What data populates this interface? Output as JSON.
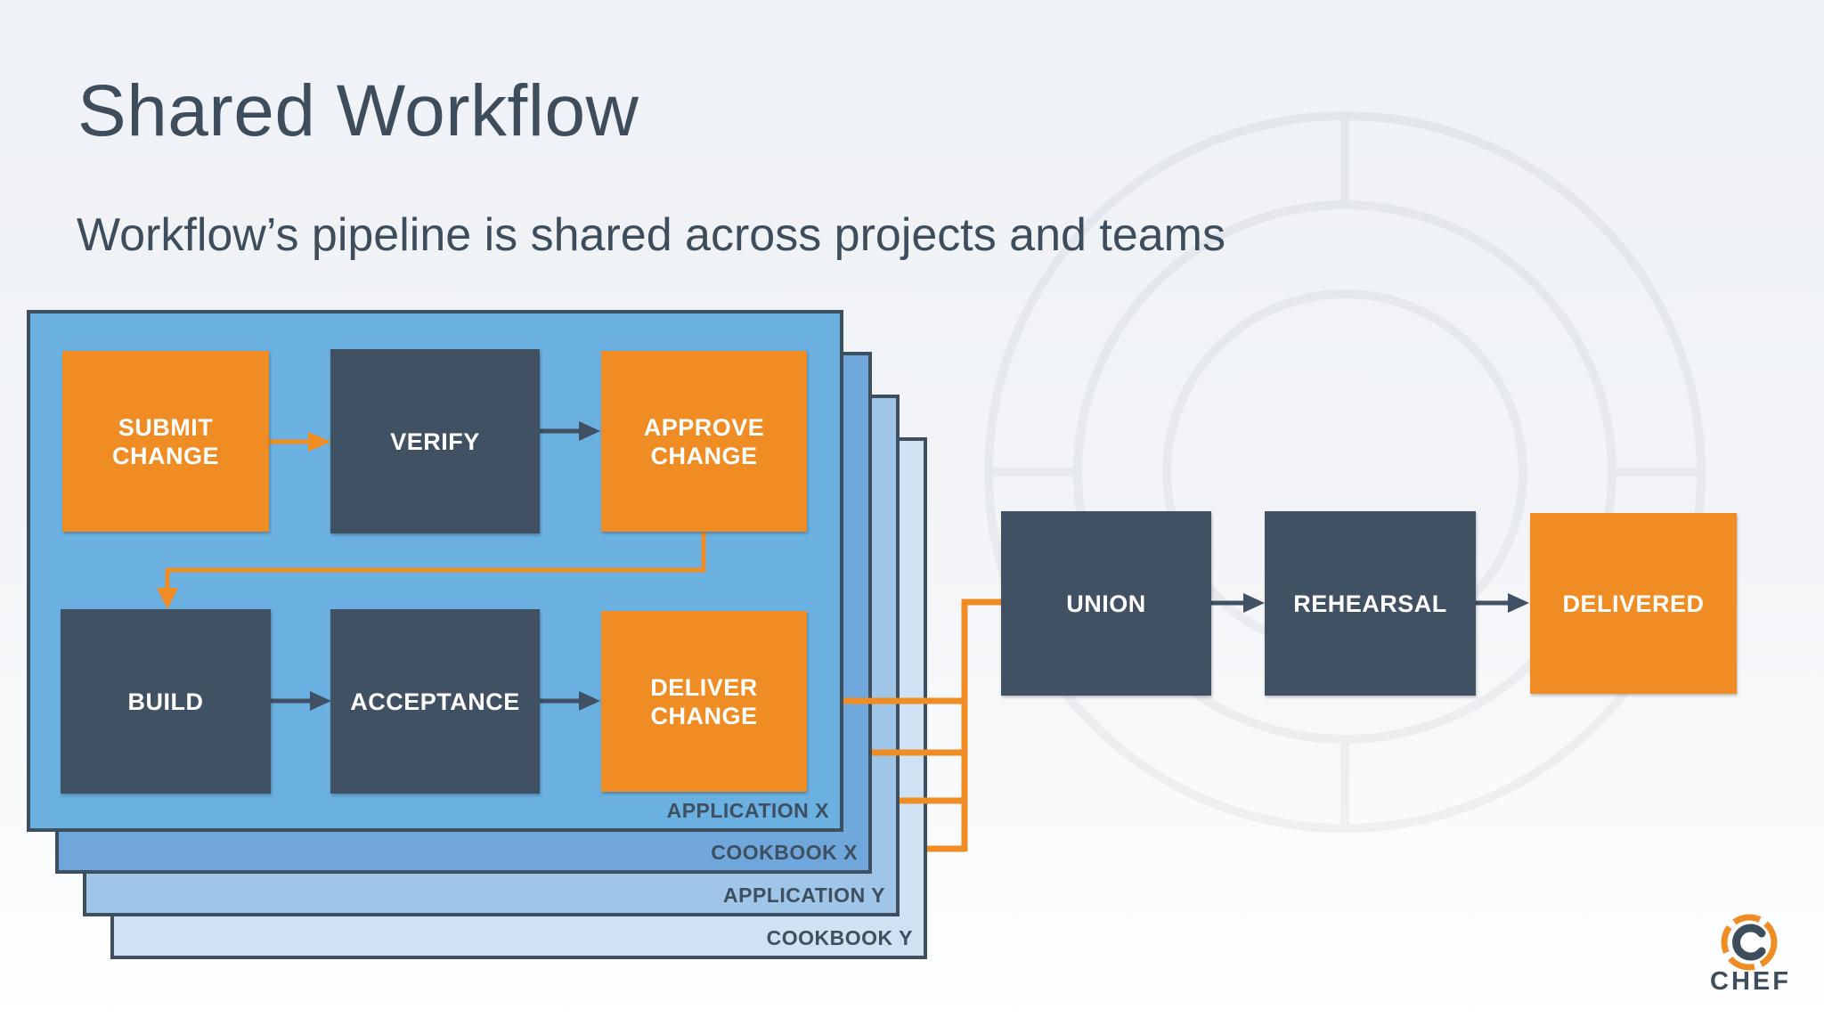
{
  "slide": {
    "title": "Shared Workflow",
    "subtitle": "Workflow’s pipeline is shared across projects and teams"
  },
  "layers": {
    "application_x": "APPLICATION X",
    "cookbook_x": "COOKBOOK X",
    "application_y": "APPLICATION Y",
    "cookbook_y": "COOKBOOK Y"
  },
  "stages": {
    "submit_change": "SUBMIT\nCHANGE",
    "verify": "VERIFY",
    "approve_change": "APPROVE\nCHANGE",
    "build": "BUILD",
    "acceptance": "ACCEPTANCE",
    "deliver_change": "DELIVER\nCHANGE",
    "union": "UNION",
    "rehearsal": "REHEARSAL",
    "delivered": "DELIVERED"
  },
  "logo": {
    "text": "CHEF"
  },
  "colors": {
    "orange": "#ef8c23",
    "dark_slate": "#3f5163",
    "title_text": "#3e4d5c",
    "layer_application_x": "#6ab0e0",
    "layer_cookbook_x": "#6fa7dc",
    "layer_application_y": "#9fc6e9",
    "layer_cookbook_y": "#cfe2f4"
  }
}
